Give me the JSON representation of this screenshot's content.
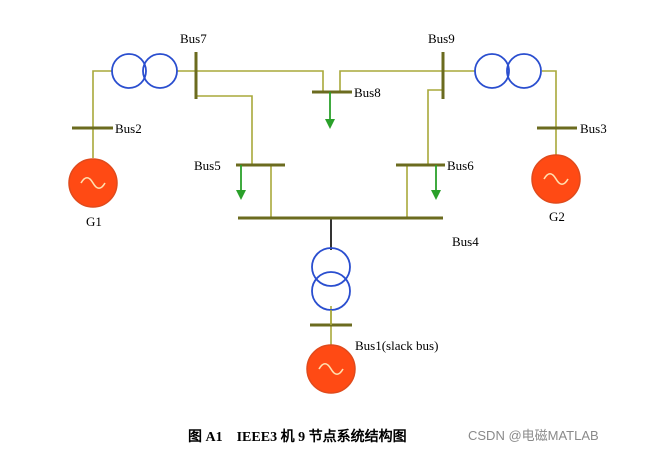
{
  "colors": {
    "line": "#a8a83a",
    "bus": "#6b6b1f",
    "transformer": "#2a4ecf",
    "load": "#2aa02a",
    "generator_fill": "#ff4a14",
    "generator_edge": "#e04a1c",
    "generator_wave": "#ffe0b0",
    "vertical_link": "#000000"
  },
  "buses": {
    "bus1": "Bus1(slack bus)",
    "bus2": "Bus2",
    "bus3": "Bus3",
    "bus4": "Bus4",
    "bus5": "Bus5",
    "bus6": "Bus6",
    "bus7": "Bus7",
    "bus8": "Bus8",
    "bus9": "Bus9"
  },
  "generators": {
    "g1": "G1",
    "g2": "G2"
  },
  "caption": "图 A1    IEEE3 机 9 节点系统结构图",
  "watermark": "CSDN @电磁MATLAB",
  "icons": {
    "generator": "ac-generator-icon",
    "transformer": "two-winding-transformer-icon",
    "load": "load-arrow-icon"
  }
}
